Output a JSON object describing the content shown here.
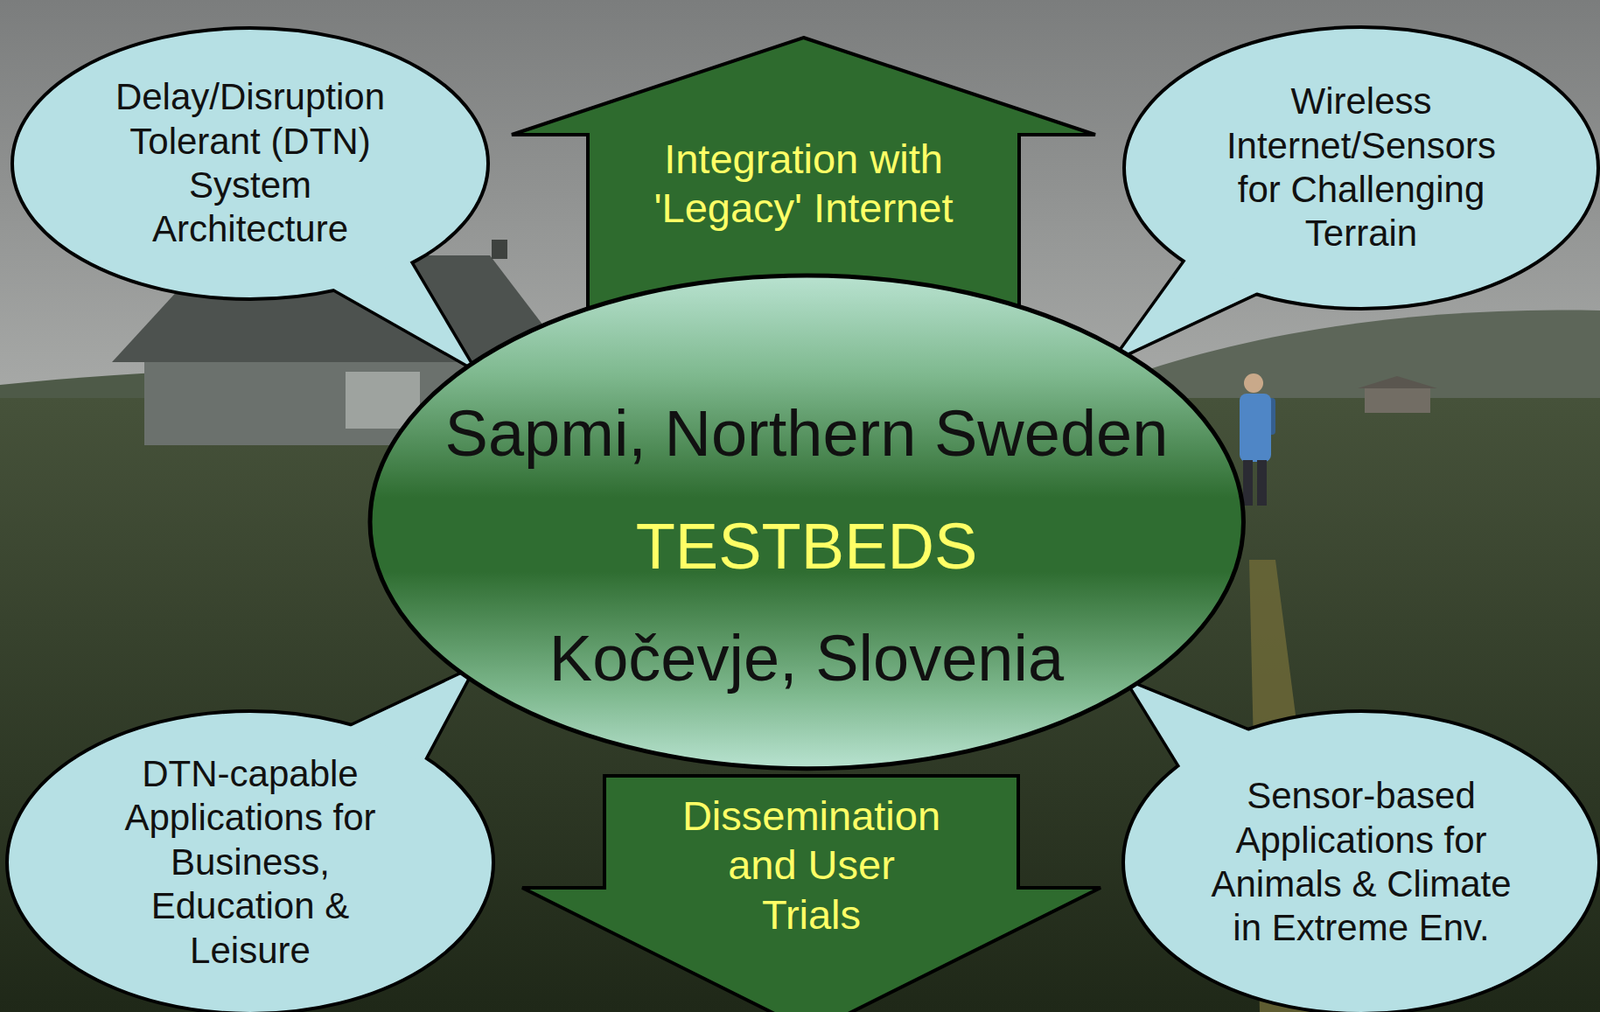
{
  "diagram": {
    "nodes": [
      {
        "text": [
          "Delay/Disruption Tolerant (DTN) System Architecture"
        ]
      },
      {
        "text": [
          "Integration with 'Legacy' Internet"
        ]
      },
      {
        "text": [
          "Wireless Internet/Sensors for Challenging Terrain"
        ]
      },
      {
        "text": [
          "Sapmi, Northern Sweden",
          "TESTBEDS",
          "Kočevje, Slovenia"
        ]
      },
      {
        "text": [
          "DTN-capable Applications for Business, Education & Leisure"
        ]
      },
      {
        "text": [
          "Dissemination and User Trials"
        ]
      },
      {
        "text": [
          "Sensor-based Applications for Animals & Climate in Extreme Env."
        ]
      }
    ]
  }
}
